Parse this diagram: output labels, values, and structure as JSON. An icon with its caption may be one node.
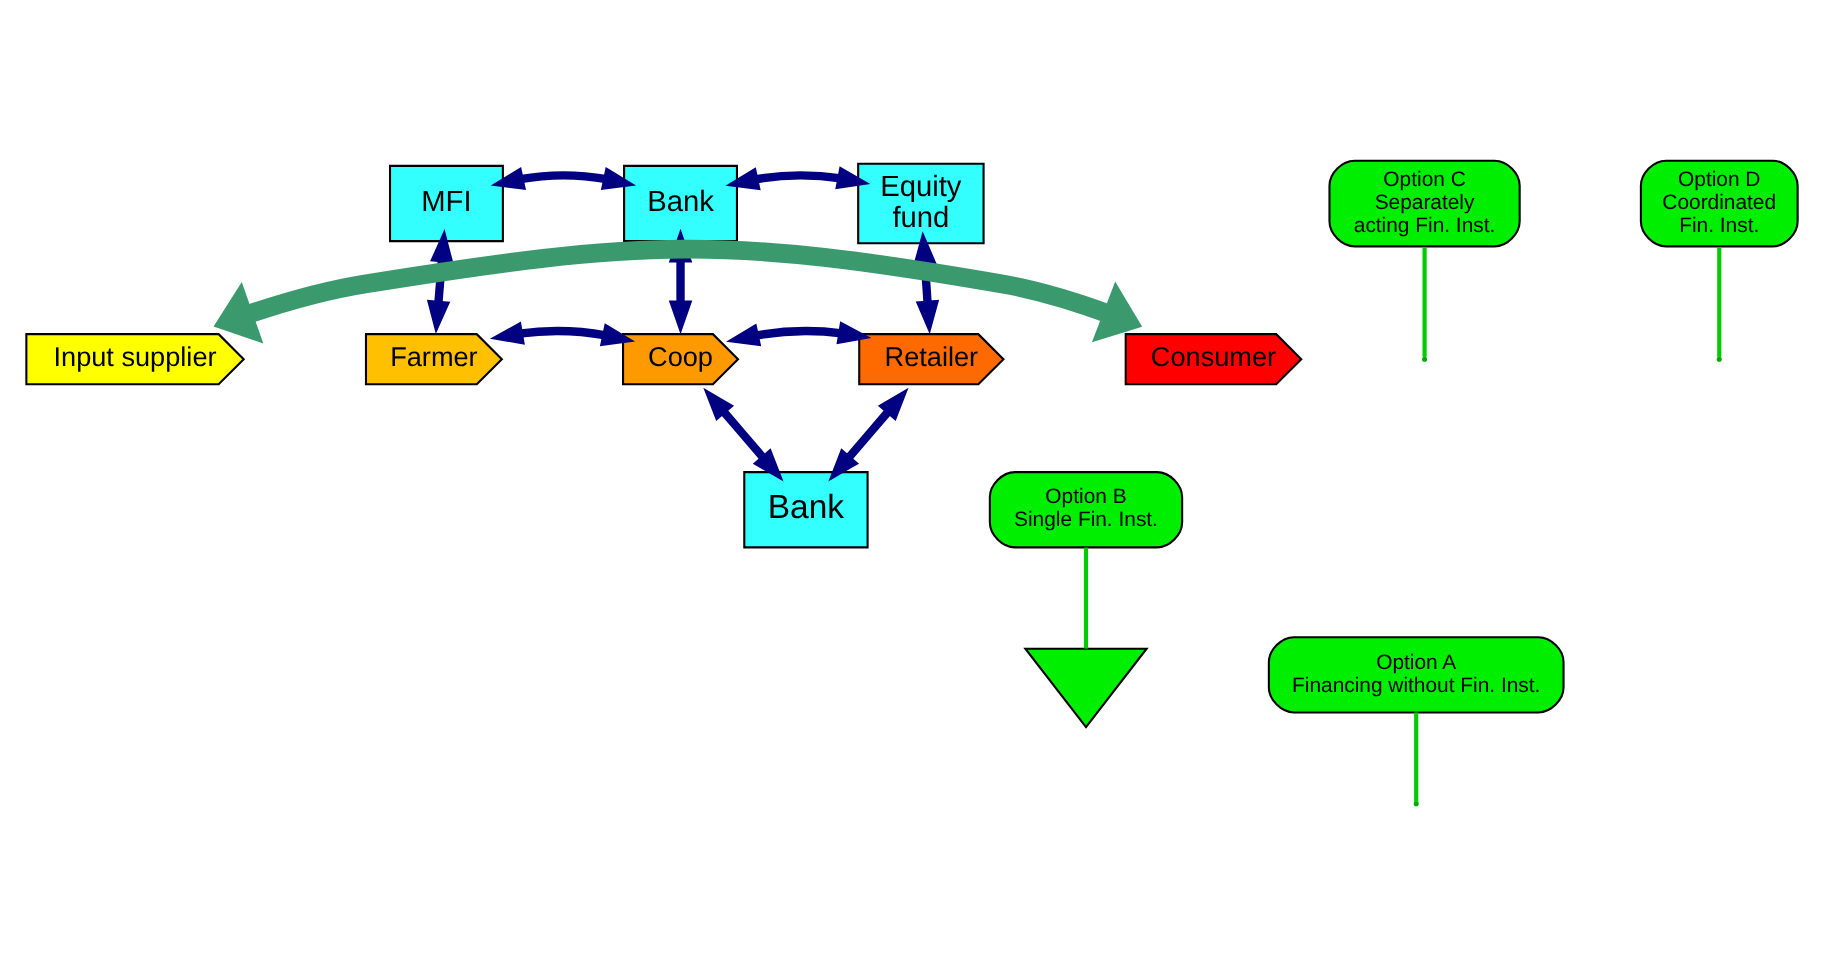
{
  "diagram": {
    "nodes": [
      {
        "text": [
          "MFI"
        ]
      },
      {
        "text": [
          "Bank"
        ]
      },
      {
        "text": [
          "Equity fund"
        ]
      },
      {
        "text": [
          "Input supplier"
        ]
      },
      {
        "text": [
          "Farmer"
        ]
      },
      {
        "text": [
          "Coop"
        ]
      },
      {
        "text": [
          "Retailer"
        ]
      },
      {
        "text": [
          "Consumer"
        ]
      },
      {
        "text": [],
        "shape": "triangle"
      },
      {
        "text": [
          "Bank"
        ]
      },
      {
        "text": [
          "Option C Separately acting Fin. Inst."
        ]
      },
      {
        "text": [
          "Option D Coordinated Fin. Inst."
        ]
      },
      {
        "text": [
          "Option A Financing without Fin. Inst."
        ]
      },
      {
        "text": [
          "Option B Single Fin. Inst."
        ]
      }
    ],
    "edges": [
      {
        "from": 0,
        "to": 1,
        "arrow": "both"
      },
      {
        "from": 1,
        "to": 2,
        "arrow": "both"
      },
      {
        "from": 0,
        "to": 4,
        "arrow": "both"
      },
      {
        "from": 1,
        "to": 5,
        "arrow": "both"
      },
      {
        "from": 2,
        "to": 6,
        "arrow": "both"
      },
      {
        "from": 3,
        "to": 7,
        "arrow": "both",
        "style": "thick",
        "color": "#3a9a6e"
      },
      {
        "from": 4,
        "to": 5,
        "arrow": "both"
      },
      {
        "from": 5,
        "to": 6,
        "arrow": "both"
      },
      {
        "from": 5,
        "to": 9,
        "arrow": "both"
      },
      {
        "from": 6,
        "to": 9,
        "arrow": "both"
      },
      {
        "from": 10,
        "to": null,
        "arrow": "none",
        "color": "#00cc00"
      },
      {
        "from": 11,
        "to": null,
        "arrow": "none",
        "color": "#00cc00"
      },
      {
        "from": 12,
        "to": null,
        "arrow": "none",
        "color": "#00cc00"
      },
      {
        "from": 13,
        "to": 8,
        "arrow": "none",
        "color": "#00cc00"
      }
    ]
  }
}
